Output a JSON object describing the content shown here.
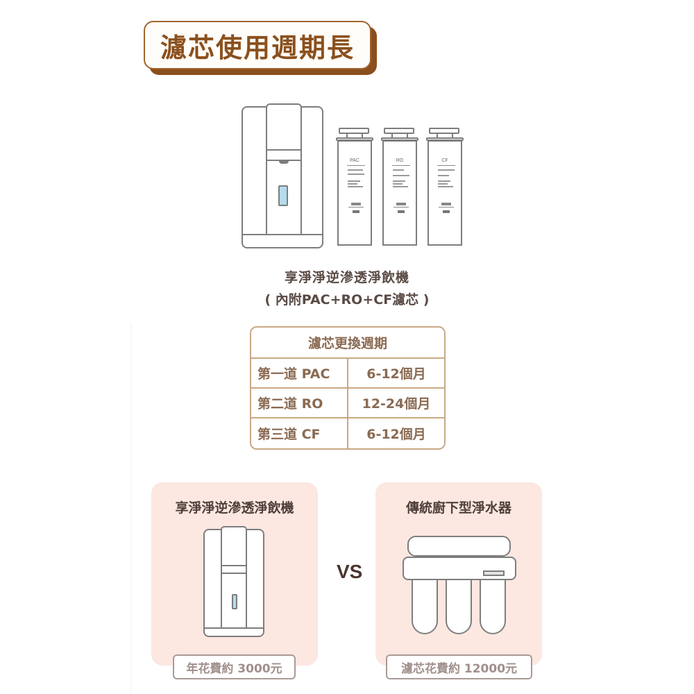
{
  "header": {
    "title": "濾芯使用週期長",
    "colors": {
      "title_text": "#8b501d",
      "title_shadow": "#8a4f1c",
      "title_border": "#a0652d"
    }
  },
  "product": {
    "name": "享淨淨逆滲透淨飲機",
    "subtitle": "( 內附PAC+RO+CF濾芯 )",
    "cartridges": [
      {
        "label": "PAC"
      },
      {
        "label": "RO"
      },
      {
        "label": "CF"
      }
    ]
  },
  "cycle_table": {
    "title": "濾芯更換週期",
    "rows": [
      {
        "stage": "第一道 PAC",
        "period": "6-12個月"
      },
      {
        "stage": "第二道 RO",
        "period": "12-24個月"
      },
      {
        "stage": "第三道 CF",
        "period": "6-12個月"
      }
    ],
    "colors": {
      "border": "#c9a884",
      "text": "#8a6a52"
    }
  },
  "comparison": {
    "vs_label": "VS",
    "left": {
      "title": "享淨淨逆滲透淨飲機",
      "cost": "年花費約 3000元"
    },
    "right": {
      "title": "傳統廚下型淨水器",
      "cost": "濾芯花費約 12000元"
    },
    "colors": {
      "card_bg": "#fce7e1",
      "window": "#b3dcec"
    }
  }
}
